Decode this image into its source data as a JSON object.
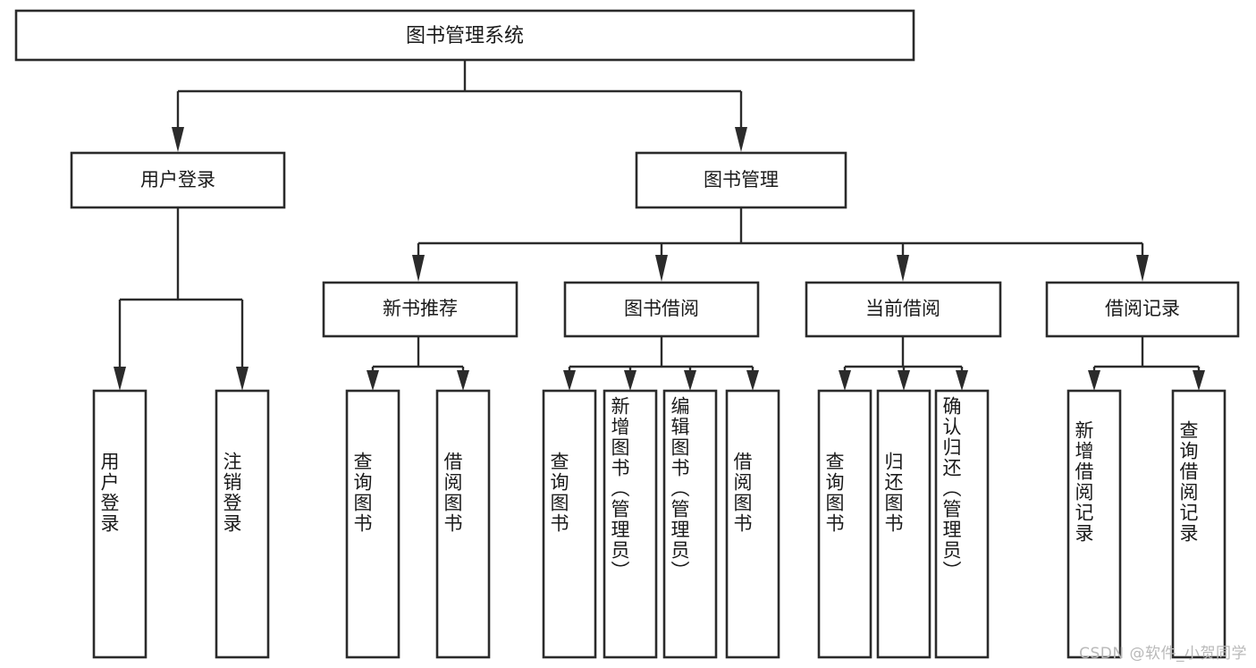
{
  "diagram": {
    "type": "tree-hierarchy-diagram",
    "title": "图书管理系统",
    "orientation": "top-down",
    "stroke_color": "#2b2b2b",
    "box_fill": "#ffffff",
    "background": "#ffffff",
    "root": {
      "id": "root",
      "label": "图书管理系统"
    },
    "level2": [
      {
        "id": "user-login",
        "label": "用户登录"
      },
      {
        "id": "book-manage",
        "label": "图书管理"
      }
    ],
    "level3": [
      {
        "id": "new-book-rec",
        "label": "新书推荐",
        "parent": "book-manage"
      },
      {
        "id": "book-borrow",
        "label": "图书借阅",
        "parent": "book-manage"
      },
      {
        "id": "current-borrow",
        "label": "当前借阅",
        "parent": "book-manage"
      },
      {
        "id": "borrow-record",
        "label": "借阅记录",
        "parent": "book-manage"
      }
    ],
    "leaves": [
      {
        "id": "leaf-user-login",
        "label": "用户登录",
        "parent": "user-login"
      },
      {
        "id": "leaf-user-logout",
        "label": "注销登录",
        "parent": "user-login"
      },
      {
        "id": "leaf-rec-query",
        "label": "查询图书",
        "parent": "new-book-rec"
      },
      {
        "id": "leaf-rec-borrow",
        "label": "借阅图书",
        "parent": "new-book-rec"
      },
      {
        "id": "leaf-borrow-query",
        "label": "查询图书",
        "parent": "book-borrow"
      },
      {
        "id": "leaf-borrow-add",
        "label": "新增图书（管理员）",
        "parent": "book-borrow"
      },
      {
        "id": "leaf-borrow-edit",
        "label": "编辑图书（管理员）",
        "parent": "book-borrow"
      },
      {
        "id": "leaf-borrow-lend",
        "label": "借阅图书",
        "parent": "book-borrow"
      },
      {
        "id": "leaf-cur-query",
        "label": "查询图书",
        "parent": "current-borrow"
      },
      {
        "id": "leaf-cur-return",
        "label": "归还图书",
        "parent": "current-borrow"
      },
      {
        "id": "leaf-cur-confirm",
        "label": "确认归还（管理员）",
        "parent": "current-borrow"
      },
      {
        "id": "leaf-rec-add",
        "label": "新增借阅记录",
        "parent": "borrow-record"
      },
      {
        "id": "leaf-rec-query2",
        "label": "查询借阅记录",
        "parent": "borrow-record"
      }
    ]
  },
  "watermark": {
    "text": "CSDN @软件_小贺同学"
  }
}
